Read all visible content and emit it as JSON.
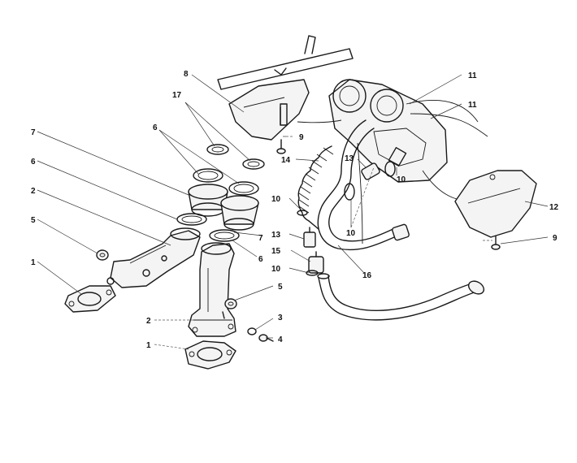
{
  "callouts": [
    {
      "id": "c1a",
      "label": "1"
    },
    {
      "id": "c1b",
      "label": "1"
    },
    {
      "id": "c2a",
      "label": "2"
    },
    {
      "id": "c2b",
      "label": "2"
    },
    {
      "id": "c3",
      "label": "3"
    },
    {
      "id": "c4",
      "label": "4"
    },
    {
      "id": "c5a",
      "label": "5"
    },
    {
      "id": "c5b",
      "label": "5"
    },
    {
      "id": "c6a",
      "label": "6"
    },
    {
      "id": "c6b",
      "label": "6"
    },
    {
      "id": "c6c",
      "label": "6"
    },
    {
      "id": "c7a",
      "label": "7"
    },
    {
      "id": "c7b",
      "label": "7"
    },
    {
      "id": "c8",
      "label": "8"
    },
    {
      "id": "c9a",
      "label": "9"
    },
    {
      "id": "c9b",
      "label": "9"
    },
    {
      "id": "c10a",
      "label": "10"
    },
    {
      "id": "c10b",
      "label": "10"
    },
    {
      "id": "c10c",
      "label": "10"
    },
    {
      "id": "c10d",
      "label": "10"
    },
    {
      "id": "c11a",
      "label": "11"
    },
    {
      "id": "c11b",
      "label": "11"
    },
    {
      "id": "c12",
      "label": "12"
    },
    {
      "id": "c13a",
      "label": "13"
    },
    {
      "id": "c13b",
      "label": "13"
    },
    {
      "id": "c14",
      "label": "14"
    },
    {
      "id": "c15",
      "label": "15"
    },
    {
      "id": "c16",
      "label": "16"
    },
    {
      "id": "c17",
      "label": "17"
    }
  ]
}
